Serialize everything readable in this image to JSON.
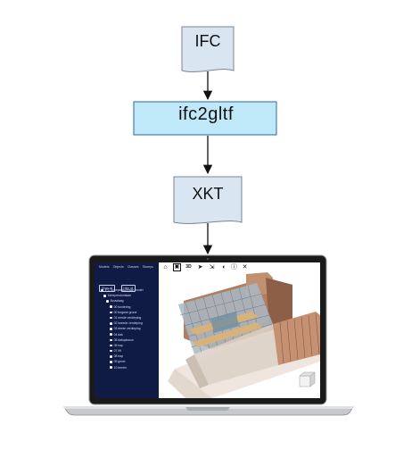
{
  "flow": {
    "source": "IFC",
    "converter": "ifc2gltf",
    "output": "XKT"
  },
  "viewer": {
    "tabs": [
      "Models",
      "Objects",
      "Classes",
      "Storeys"
    ],
    "buttons": [
      "Show all",
      "Hide all"
    ],
    "toolbar_icons": [
      "home-icon",
      "view-cube-icon",
      "three-d-icon",
      "select-cursor-icon",
      "measure-icon",
      "hide-icon",
      "query-info-icon",
      "section-plane-icon"
    ],
    "tree": [
      "IFC Schependomlaan model",
      "Schependomlaan",
      "Bouwlaag",
      "00 fundering",
      "00 begane grond",
      "01 eerste verdieping",
      "02 tweede verdieping",
      "03 derde verdieping",
      "04 dak",
      "05 dakopbouw",
      "06 kap",
      "07 lift",
      "08 trap",
      "09 gevel",
      "10 terrein"
    ]
  },
  "colors": {
    "document_fill": "#d9e5f1",
    "tool_fill": "#bfe8f8",
    "tool_border": "#2a6aa0",
    "sidebar_bg": "#0f1a45"
  }
}
